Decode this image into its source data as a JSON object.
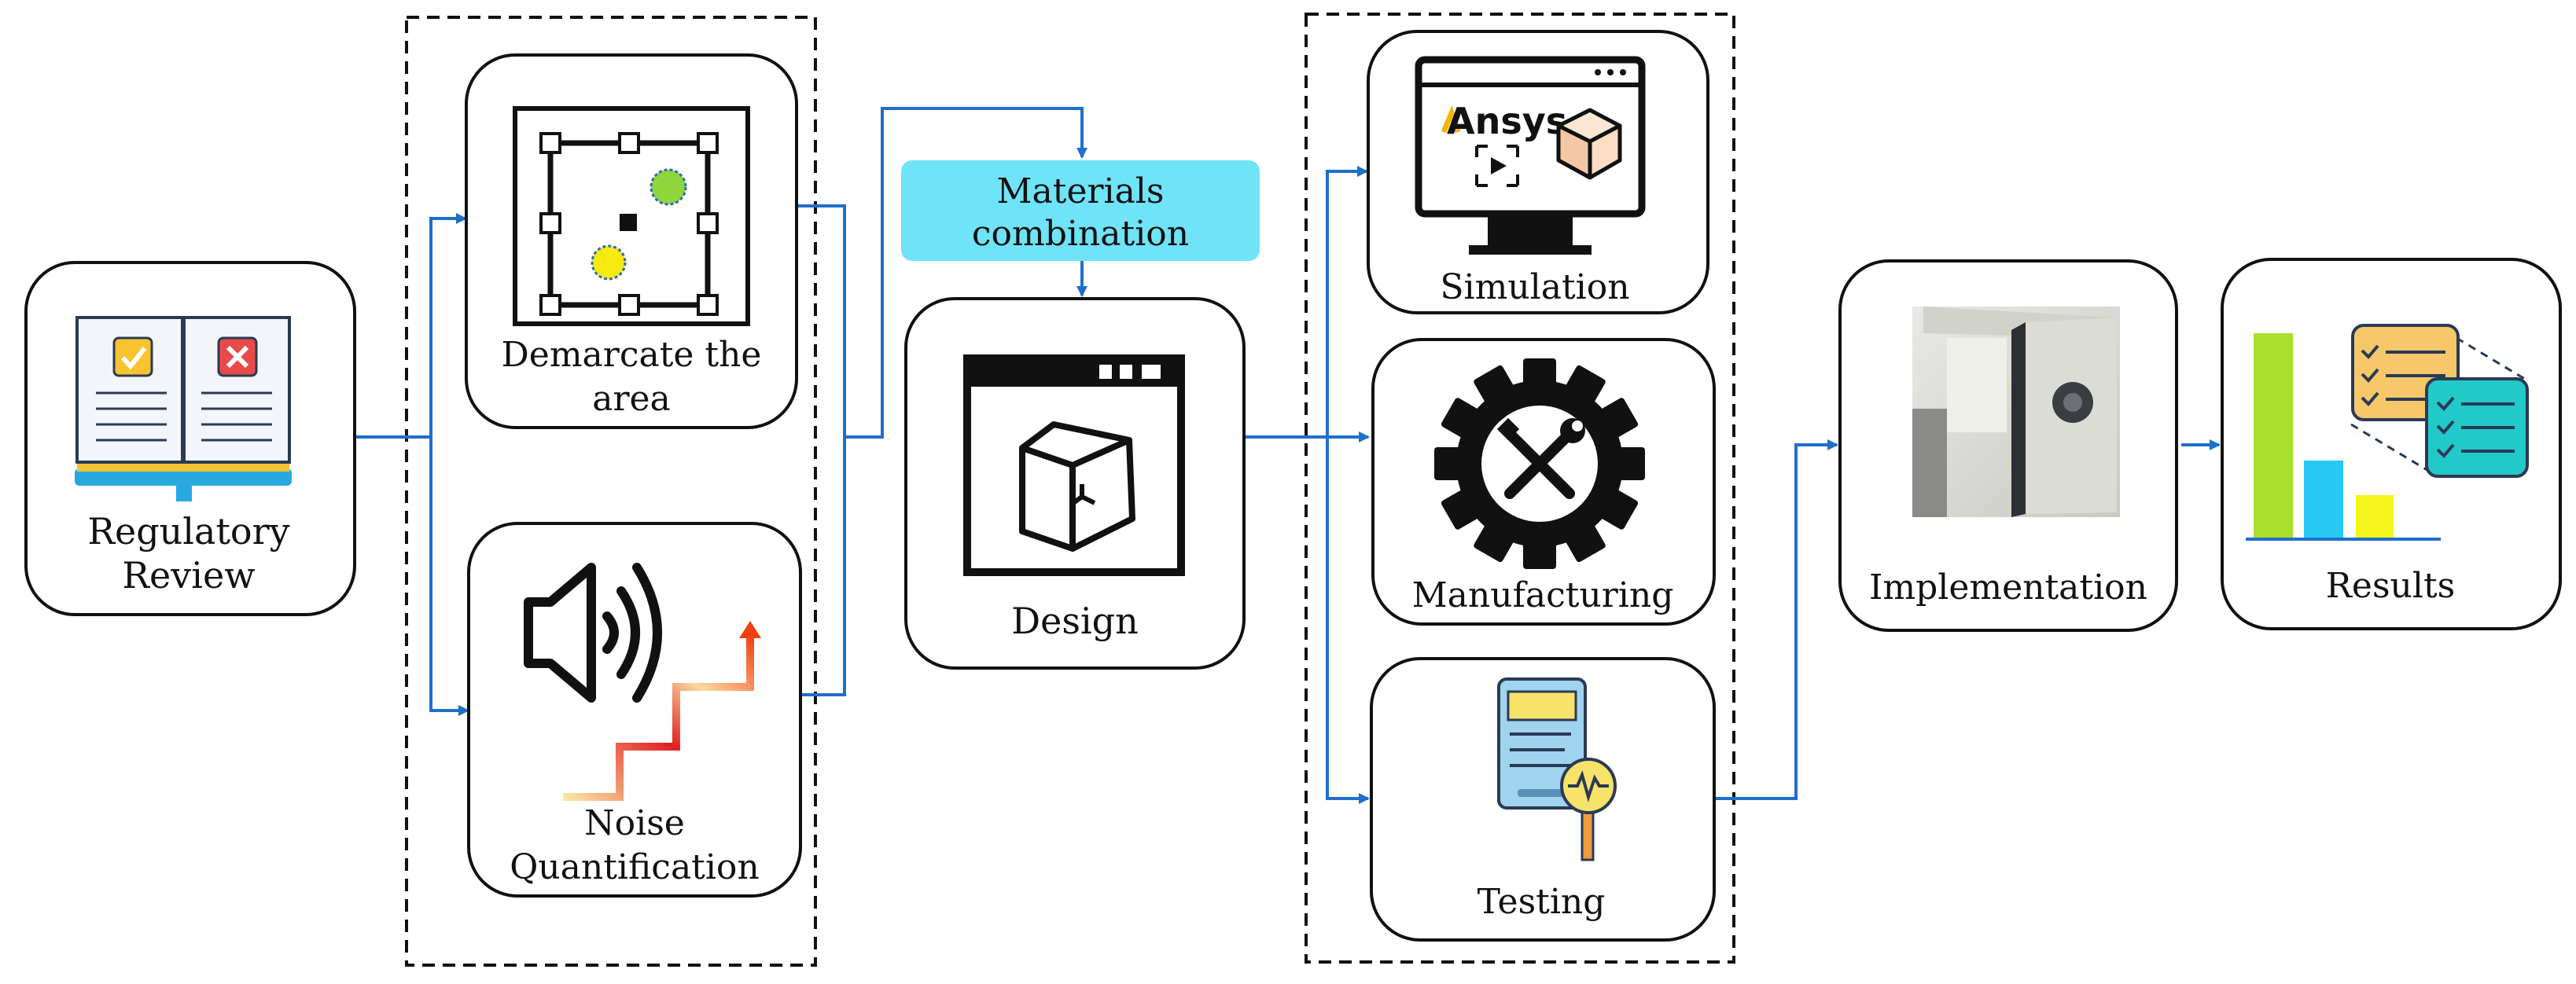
{
  "nodes": {
    "regulatory_review": {
      "line1": "Regulatory",
      "line2": "Review"
    },
    "demarcate": {
      "line1": "Demarcate the",
      "line2": "area"
    },
    "noise": {
      "line1": "Noise",
      "line2": "Quantification"
    },
    "materials": {
      "line1": "Materials",
      "line2": "combination"
    },
    "design": {
      "label": "Design"
    },
    "simulation": {
      "label": "Simulation",
      "logo_text": "Ansys"
    },
    "manufacturing": {
      "label": "Manufacturing"
    },
    "testing": {
      "label": "Testing"
    },
    "implementation": {
      "label": "Implementation"
    },
    "results": {
      "label": "Results"
    }
  },
  "icons": {
    "regulatory_review": "open-book-check-cross-icon",
    "demarcate": "bounded-area-icon",
    "noise": "speaker-sound-waves-icon",
    "design": "window-3d-cube-icon",
    "simulation": "monitor-ansys-icon",
    "manufacturing": "gear-tools-icon",
    "testing": "phone-sensor-probe-icon",
    "implementation": "enclosure-photo",
    "results": "bar-chart-checklist-icon"
  },
  "colors": {
    "arrow": "#1f6fc9",
    "materials_fill": "#6fe3f8",
    "bar_green": "#a8e02c",
    "bar_blue": "#27c8f2",
    "bar_yellow": "#f5f51c",
    "card_orange": "#f6c86a",
    "card_teal": "#22c9c9"
  }
}
